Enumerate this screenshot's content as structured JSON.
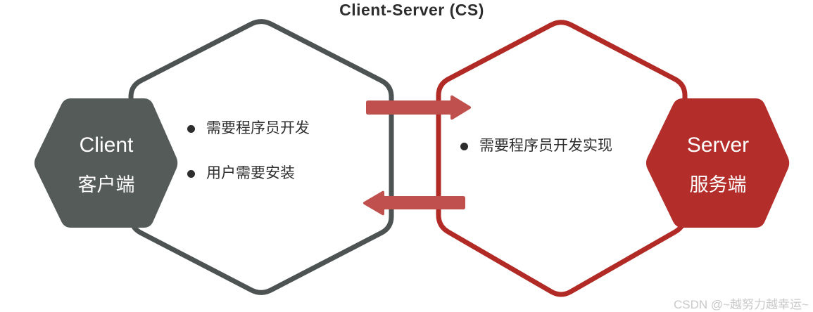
{
  "title": "Client-Server (CS)",
  "client": {
    "name_en": "Client",
    "name_zh": "客户端",
    "bullets": [
      "需要程序员开发",
      "用户需要安装"
    ]
  },
  "server": {
    "name_en": "Server",
    "name_zh": "服务端",
    "bullets": [
      "需要程序员开发实现"
    ]
  },
  "arrows": {
    "top_direction": "right",
    "bottom_direction": "left"
  },
  "watermark": "CSDN @~越努力越幸运~",
  "colors": {
    "client_gray_fill": "#555b59",
    "client_gray_stroke": "#4d5352",
    "server_red_fill": "#b32e2a",
    "server_red_stroke": "#b12a25",
    "arrow_red": "#c0504d",
    "text": "#2d2d2d",
    "watermark": "#c9c9c9",
    "background": "#ffffff"
  }
}
